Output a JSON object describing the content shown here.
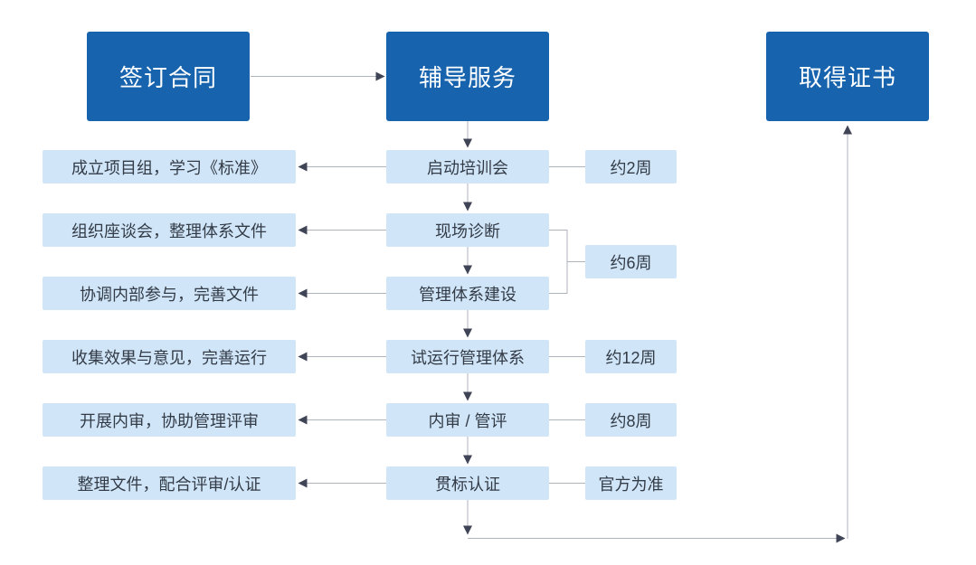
{
  "palette": {
    "primary_blue": "#1763AE",
    "light_blue": "#D0E6F8",
    "connector_line": "#AFB3BC",
    "arrowhead": "#3F4456",
    "dark_text": "#333B47",
    "light_text": "#FFFFFF"
  },
  "milestones": {
    "contract": "签订合同",
    "coaching": "辅导服务",
    "certificate": "取得证书"
  },
  "stages": [
    {
      "step": "启动培训会",
      "task": "成立项目组，学习《标准》",
      "duration": "约2周"
    },
    {
      "step": "现场诊断",
      "task": "组织座谈会，整理体系文件"
    },
    {
      "step": "管理体系建设",
      "task": "协调内部参与，完善文件"
    },
    {
      "step": "试运行管理体系",
      "task": "收集效果与意见，完善运行",
      "duration": "约12周"
    },
    {
      "step": "内审 / 管评",
      "task": "开展内审，协助管理评审",
      "duration": "约8周"
    },
    {
      "step": "贯标认证",
      "task": "整理文件，配合评审/认证",
      "duration": "官方为准"
    }
  ],
  "shared_duration": {
    "label": "约6周"
  }
}
